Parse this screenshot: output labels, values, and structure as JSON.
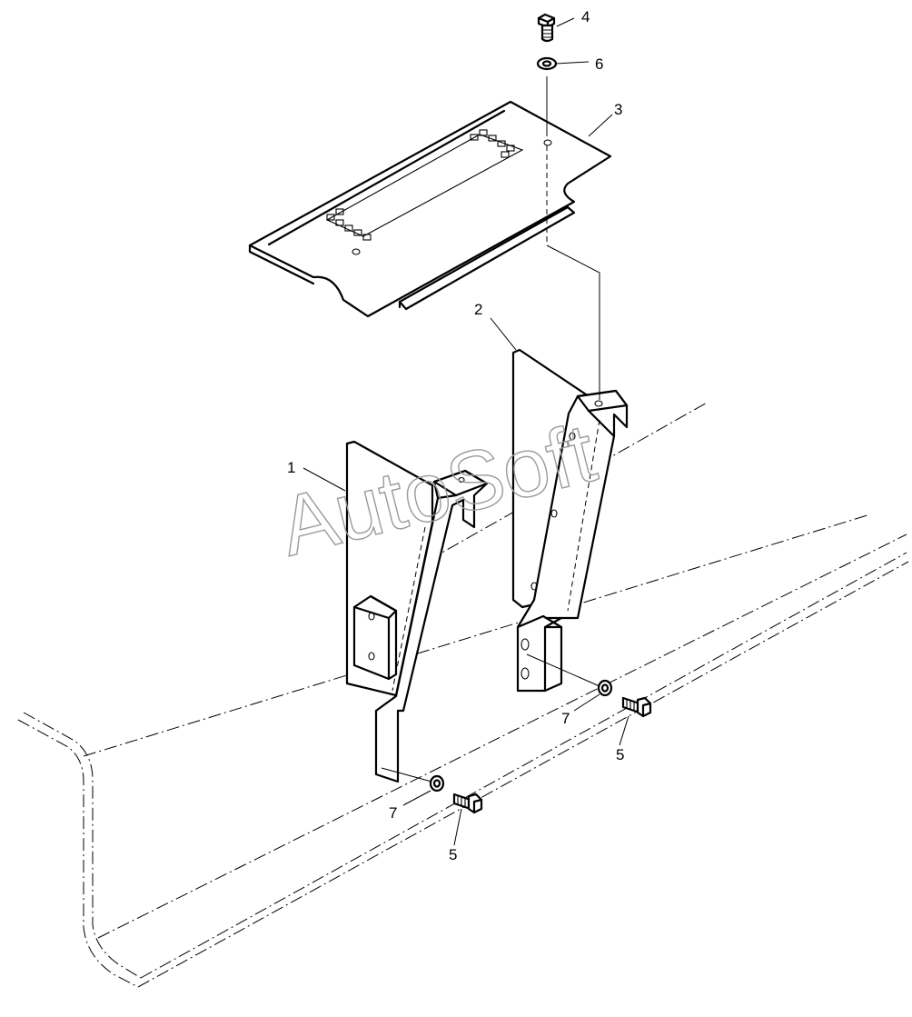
{
  "watermark": "AutoSoft",
  "callouts": {
    "c1": "1",
    "c2": "2",
    "c3": "3",
    "c4": "4",
    "c5a": "5",
    "c5b": "5",
    "c6": "6",
    "c7a": "7",
    "c7b": "7"
  },
  "colors": {
    "line": "#000000",
    "watermark": "#9a9a9a",
    "background": "#ffffff"
  }
}
